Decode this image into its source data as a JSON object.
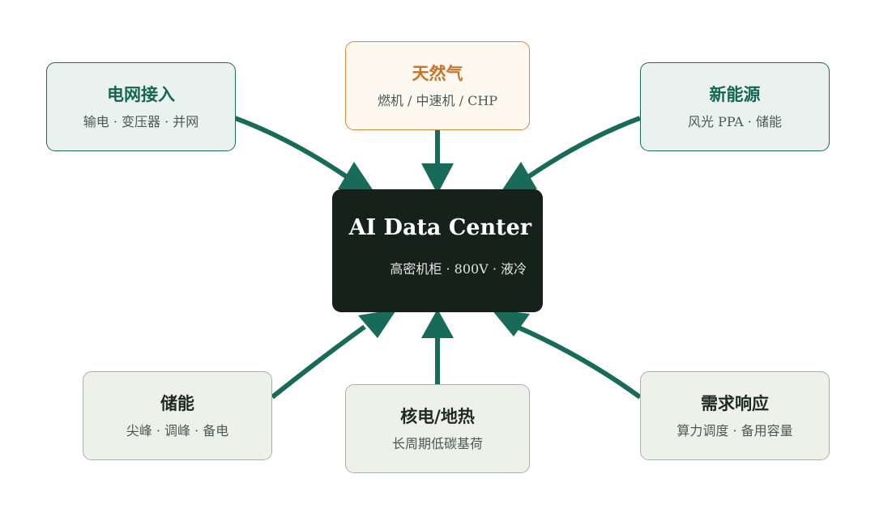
{
  "center": {
    "title": "AI Data Center",
    "subtitle": "高密机柜 · 800V · 液冷"
  },
  "nodes": {
    "grid": {
      "title": "电网接入",
      "subtitle": "输电 · 变压器 · 并网"
    },
    "gas": {
      "title": "天然气",
      "subtitle": "燃机 / 中速机 / CHP"
    },
    "renewables": {
      "title": "新能源",
      "subtitle": "风光 PPA · 储能"
    },
    "storage": {
      "title": "储能",
      "subtitle": "尖峰 · 调峰 · 备电"
    },
    "nuclear": {
      "title": "核电/地热",
      "subtitle": "长周期低碳基荷"
    },
    "demand": {
      "title": "需求响应",
      "subtitle": "算力调度 · 备用容量"
    }
  },
  "colors": {
    "arrow": "#176b58",
    "grid_accent": "#176553",
    "gas_accent": "#c7742a",
    "center_bg": "#17211c"
  }
}
